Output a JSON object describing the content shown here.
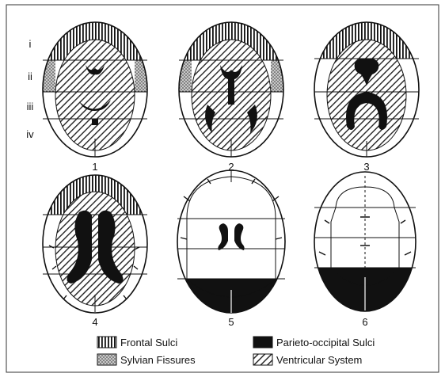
{
  "roman_labels": [
    "i",
    "ii",
    "iii",
    "iv"
  ],
  "panels": [
    {
      "number": "1"
    },
    {
      "number": "2"
    },
    {
      "number": "3"
    },
    {
      "number": "4"
    },
    {
      "number": "5"
    },
    {
      "number": "6"
    }
  ],
  "legend": [
    {
      "label": "Frontal Sulci",
      "icon": "vertical-hatch"
    },
    {
      "label": "Parieto-occipital Sulci",
      "icon": "solid-black"
    },
    {
      "label": "Sylvian Fissures",
      "icon": "stipple"
    },
    {
      "label": "Ventricular System",
      "icon": "diagonal-hatch"
    }
  ]
}
